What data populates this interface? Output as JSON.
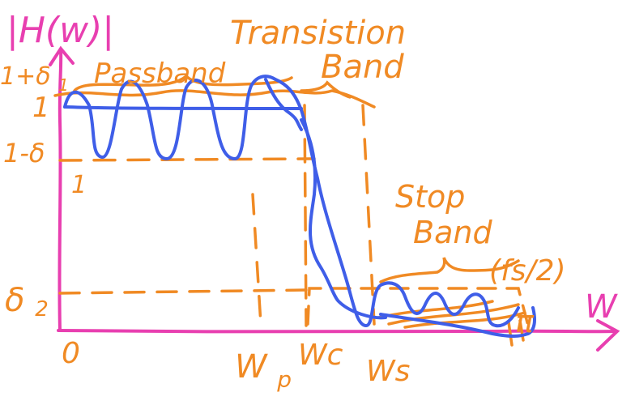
{
  "colors": {
    "axis": "#e83fb0",
    "annotation": "#f08a24",
    "response": "#3f5ee8",
    "background": "#ffffff"
  },
  "labels": {
    "y_axis": "|H(w)|",
    "x_axis": "W",
    "origin": "0",
    "passband": "Passband",
    "transition_line1": "Transistion",
    "transition_line2": "Band",
    "stop_line1": "Stop",
    "stop_line2": "Band",
    "fs_half": "(fs/2)",
    "one_plus_delta": "1+δ",
    "one_plus_delta_sub": "1",
    "one": "1",
    "one_minus_delta": "1-δ",
    "one_minus_delta_sub": "1",
    "delta2": "δ",
    "delta2_sub": "2",
    "pi": "π",
    "wp": "W",
    "wp_sub": "p",
    "wc": "Wc",
    "ws": "Ws"
  }
}
